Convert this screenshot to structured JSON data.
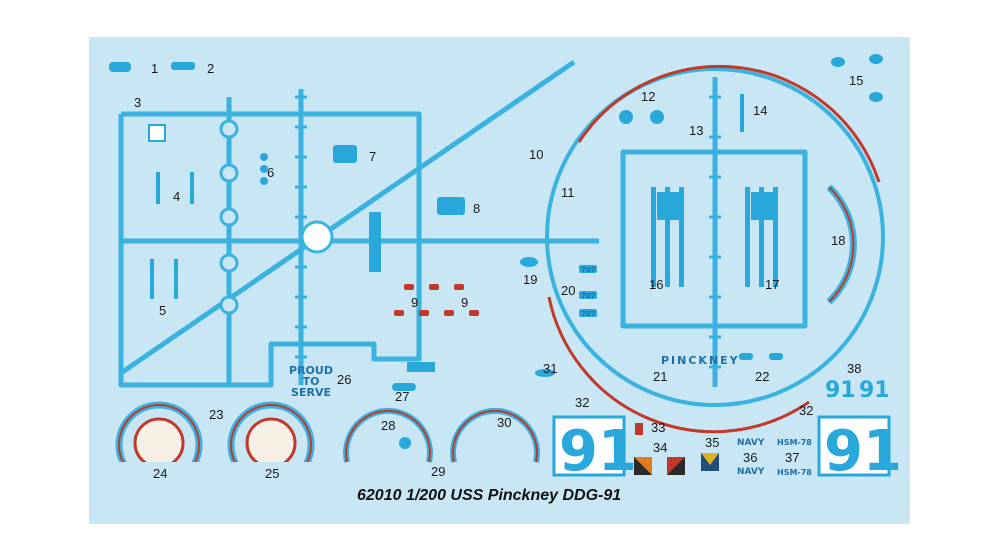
{
  "sheet": {
    "footer": "62010 1/200  USS Pinckney DDG-91",
    "part_numbers": [
      "1",
      "2",
      "3",
      "4",
      "5",
      "6",
      "7",
      "8",
      "9",
      "9",
      "10",
      "11",
      "12",
      "13",
      "14",
      "15",
      "16",
      "17",
      "18",
      "19",
      "20",
      "21",
      "22",
      "23",
      "24",
      "25",
      "26",
      "27",
      "28",
      "29",
      "30",
      "31",
      "32",
      "32",
      "33",
      "34",
      "35",
      "36",
      "37",
      "38"
    ],
    "decal_text": {
      "proud_line1": "PROUD",
      "proud_line2": "TO",
      "proud_line3": "SERVE",
      "ship_name": "PINCKNEY",
      "hull_number": "91",
      "navy_1": "NAVY",
      "navy_2": "NAVY",
      "hsm_1": "HSM-78",
      "hsm_2": "HSM-78",
      "code_707_a": "707",
      "code_707_b": "707",
      "code_707_c": "707"
    },
    "colors": {
      "sheet_background": "#c9e6f4",
      "decal_blue": "#28a8db",
      "stripe_red": "#c0392b",
      "text_dark": "#111111"
    }
  }
}
